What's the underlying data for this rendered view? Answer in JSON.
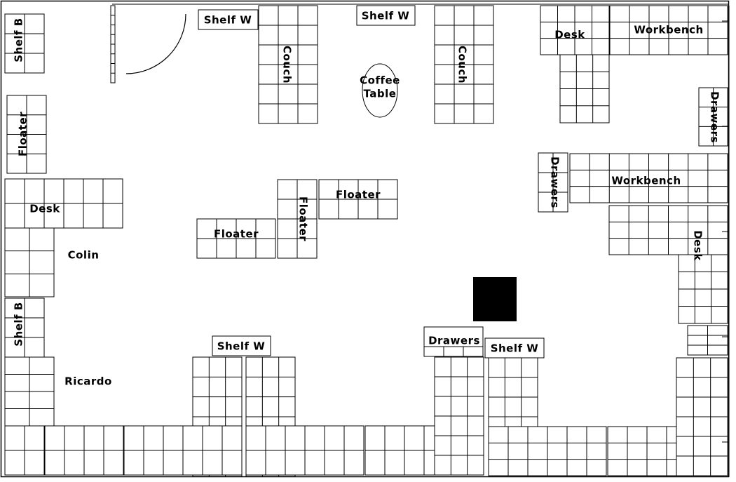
{
  "floor_plan": {
    "furniture": [
      {
        "id": "shelf-b-top",
        "label": "Shelf B"
      },
      {
        "id": "shelf-w-top-left",
        "label": "Shelf W"
      },
      {
        "id": "shelf-w-top-center",
        "label": "Shelf W"
      },
      {
        "id": "couch-left",
        "label": "Couch"
      },
      {
        "id": "couch-right",
        "label": "Couch"
      },
      {
        "id": "coffee-table",
        "label": "Coffee Table",
        "lines": [
          "Coffee",
          "Table"
        ]
      },
      {
        "id": "desk-top-right",
        "label": "Desk"
      },
      {
        "id": "workbench-top",
        "label": "Workbench"
      },
      {
        "id": "drawers-right",
        "label": "Drawers"
      },
      {
        "id": "floater-left",
        "label": "Floater"
      },
      {
        "id": "drawers-mid-right",
        "label": "Drawers"
      },
      {
        "id": "workbench-mid",
        "label": "Workbench"
      },
      {
        "id": "desk-left",
        "label": "Desk"
      },
      {
        "id": "floater-center-top",
        "label": "Floater"
      },
      {
        "id": "floater-center-vertical",
        "label": "Floater"
      },
      {
        "id": "floater-center-bottom",
        "label": "Floater"
      },
      {
        "id": "desk-right",
        "label": "Desk"
      },
      {
        "id": "shelf-b-bottom",
        "label": "Shelf B"
      },
      {
        "id": "shelf-w-bottom-left",
        "label": "Shelf W"
      },
      {
        "id": "drawers-bottom",
        "label": "Drawers"
      },
      {
        "id": "shelf-w-bottom-right",
        "label": "Shelf W"
      }
    ],
    "people": [
      {
        "id": "colin",
        "label": "Colin"
      },
      {
        "id": "ricardo",
        "label": "Ricardo"
      }
    ],
    "marker": {
      "id": "black-square",
      "color": "#000000"
    }
  }
}
